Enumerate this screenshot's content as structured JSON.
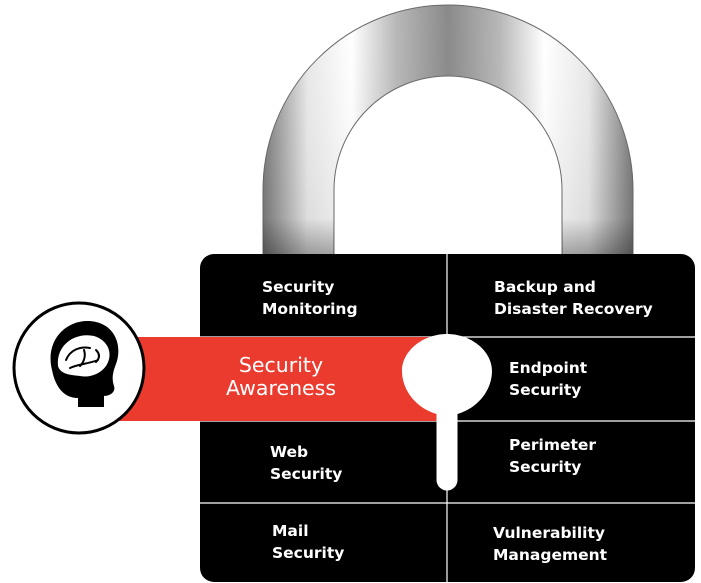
{
  "diagram": {
    "cells": [
      {
        "id": "security-monitoring",
        "lines": [
          "Security",
          "Monitoring"
        ]
      },
      {
        "id": "backup-disaster-recovery",
        "lines": [
          "Backup and",
          "Disaster Recovery"
        ]
      },
      {
        "id": "endpoint-security",
        "lines": [
          "Endpoint",
          "Security"
        ]
      },
      {
        "id": "web-security",
        "lines": [
          "Web",
          "Security"
        ]
      },
      {
        "id": "perimeter-security",
        "lines": [
          "Perimeter",
          "Security"
        ]
      },
      {
        "id": "mail-security",
        "lines": [
          "Mail",
          "Security"
        ]
      },
      {
        "id": "vulnerability-management",
        "lines": [
          "Vulnerability",
          "Management"
        ]
      }
    ],
    "awareness": {
      "lines": [
        "Security",
        "Awareness"
      ]
    },
    "colors": {
      "lock_body": "#000000",
      "divider": "#ffffff",
      "awareness_band": "#ea3b2e",
      "shackle_light": "#f2f2f2",
      "shackle_dark": "#6f6f6f",
      "text": "#ffffff"
    },
    "icons": [
      "padlock-shackle-icon",
      "head-brain-icon",
      "keyhole-icon"
    ]
  }
}
